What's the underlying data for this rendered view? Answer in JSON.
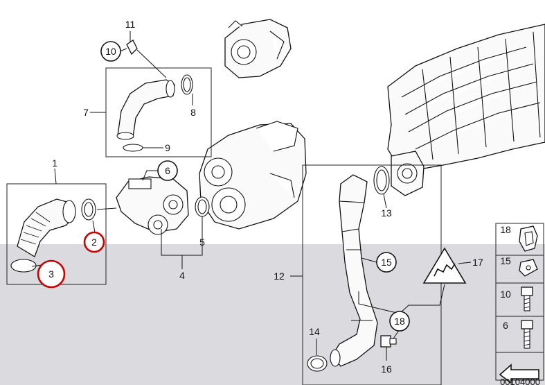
{
  "callouts": [
    {
      "id": "c1",
      "label": "1"
    },
    {
      "id": "c2",
      "label": "2"
    },
    {
      "id": "c3",
      "label": "3"
    },
    {
      "id": "c4",
      "label": "4"
    },
    {
      "id": "c5",
      "label": "5"
    },
    {
      "id": "c6",
      "label": "6"
    },
    {
      "id": "c7",
      "label": "7"
    },
    {
      "id": "c8",
      "label": "8"
    },
    {
      "id": "c9",
      "label": "9"
    },
    {
      "id": "c10",
      "label": "10"
    },
    {
      "id": "c11",
      "label": "11"
    },
    {
      "id": "c12",
      "label": "12"
    },
    {
      "id": "c13",
      "label": "13"
    },
    {
      "id": "c14",
      "label": "14"
    },
    {
      "id": "c15",
      "label": "15"
    },
    {
      "id": "c16",
      "label": "16"
    },
    {
      "id": "c17",
      "label": "17"
    },
    {
      "id": "c18",
      "label": "18"
    }
  ],
  "legend": {
    "items": [
      {
        "label": "18",
        "icon": "clamp-bracket-icon"
      },
      {
        "label": "15",
        "icon": "clip-nut-icon"
      },
      {
        "label": "10",
        "icon": "hex-socket-bolt-icon"
      },
      {
        "label": "6",
        "icon": "hex-socket-bolt-icon"
      }
    ],
    "footer_icon": "arrow-direction-icon",
    "footer_text": "00104000"
  },
  "highlights": {
    "color": "#cc0000",
    "labels": [
      "2",
      "3"
    ]
  },
  "warning_icon": "caution-triangle-icon",
  "colors": {
    "shade": "#dadadf",
    "ink": "#111111",
    "highlight": "#cc0000"
  }
}
